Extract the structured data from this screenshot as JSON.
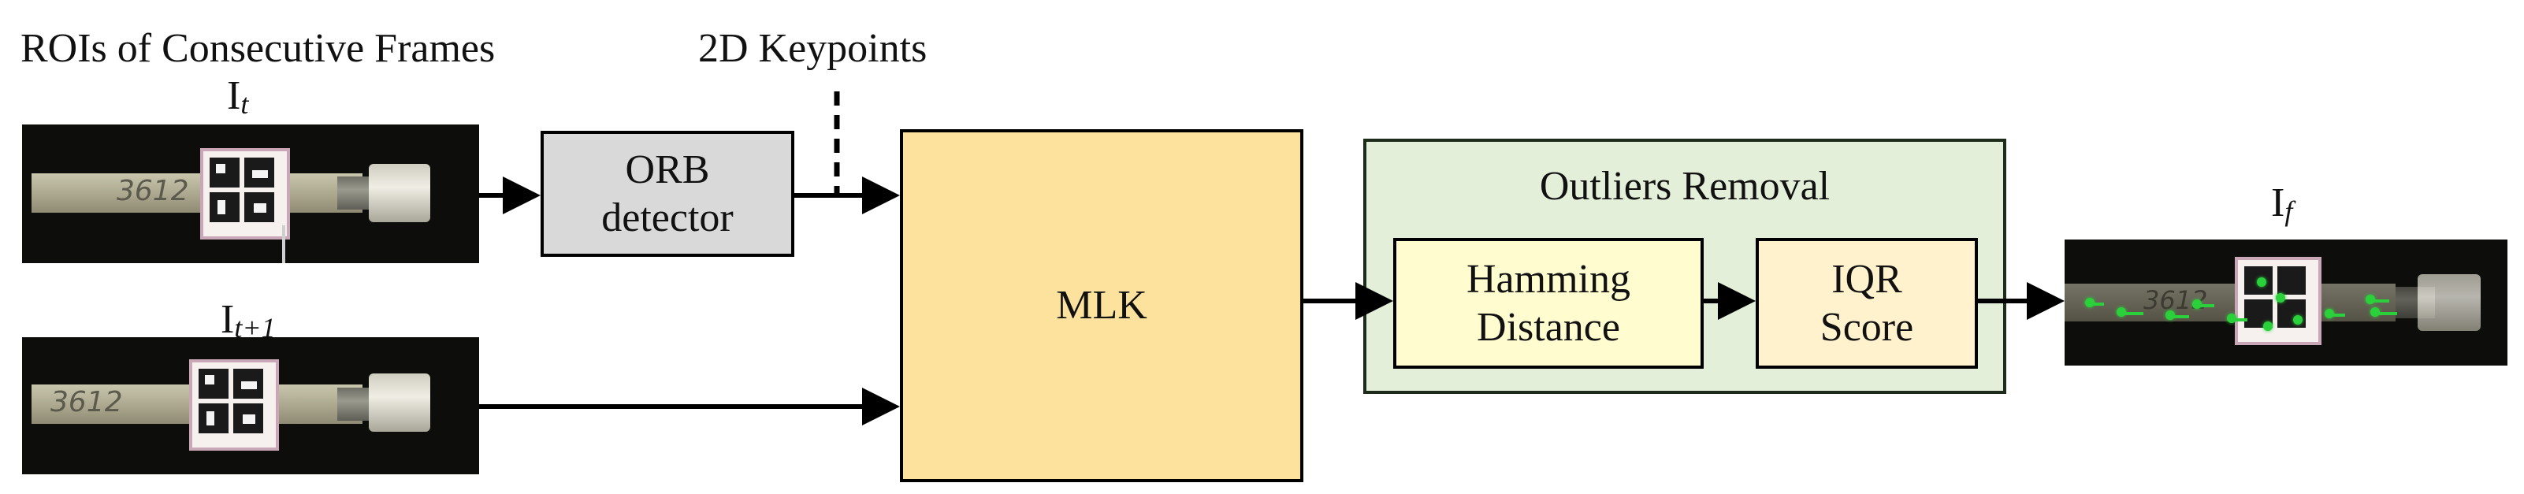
{
  "header": {
    "rois_label": "ROIs of Consecutive Frames",
    "keypoints_label": "2D Keypoints"
  },
  "frames": {
    "t": {
      "base": "I",
      "sub": "t"
    },
    "t1": {
      "base": "I",
      "sub": "t+1"
    },
    "f": {
      "base": "I",
      "sub": "f"
    }
  },
  "boxes": {
    "orb": {
      "line1": "ORB",
      "line2": "detector",
      "fill": "#d9d9d9"
    },
    "mlk": {
      "label": "MLK",
      "fill": "#fce29c"
    },
    "outliers": {
      "title": "Outliers Removal",
      "fill": "#e3efd9",
      "border": "#1d2b1a"
    },
    "hamming": {
      "line1": "Hamming",
      "line2": "Distance",
      "fill": "#fffdd0"
    },
    "iqr": {
      "line1": "IQR",
      "line2": "Score",
      "fill": "#fff2cc"
    }
  },
  "photo_text": "3612",
  "colors": {
    "keypoint": "#2bd13a",
    "arrow": "#000000"
  }
}
